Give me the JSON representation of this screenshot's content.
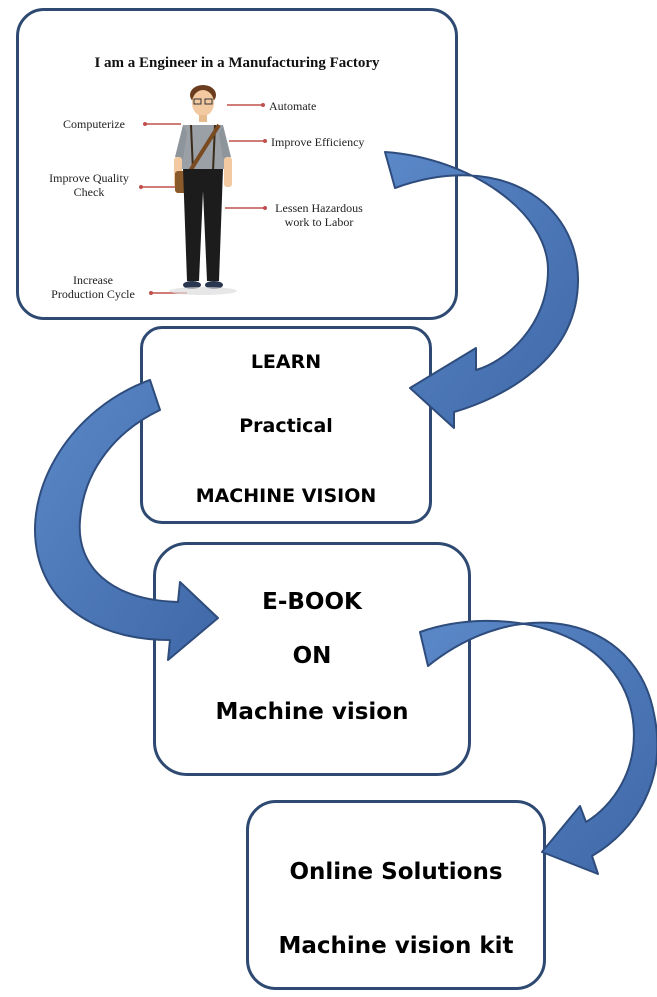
{
  "infographic": {
    "title": "I am a Engineer in a Manufacturing Factory",
    "labels": {
      "automate": "Automate",
      "computerize": "Computerize",
      "improve_efficiency": "Improve Efficiency",
      "improve_quality_line1": "Improve Quality",
      "improve_quality_line2": "Check",
      "lessen_line1": "Lessen Hazardous",
      "lessen_line2": "work to Labor",
      "increase_line1": "Increase",
      "increase_line2": "Production Cycle"
    }
  },
  "step_learn": {
    "line1": "LEARN",
    "line2": "Practical",
    "line3": "MACHINE VISION"
  },
  "step_ebook": {
    "line1": "E-BOOK",
    "line2": "ON",
    "line3": "Machine vision"
  },
  "step_online": {
    "line1": "Online Solutions",
    "line2": "Machine vision kit"
  },
  "colors": {
    "box_border": "#2f4a72",
    "arrow_fill": "#4f7bbd",
    "arrow_stroke": "#2e4c7c",
    "label_line": "#c0504d"
  }
}
